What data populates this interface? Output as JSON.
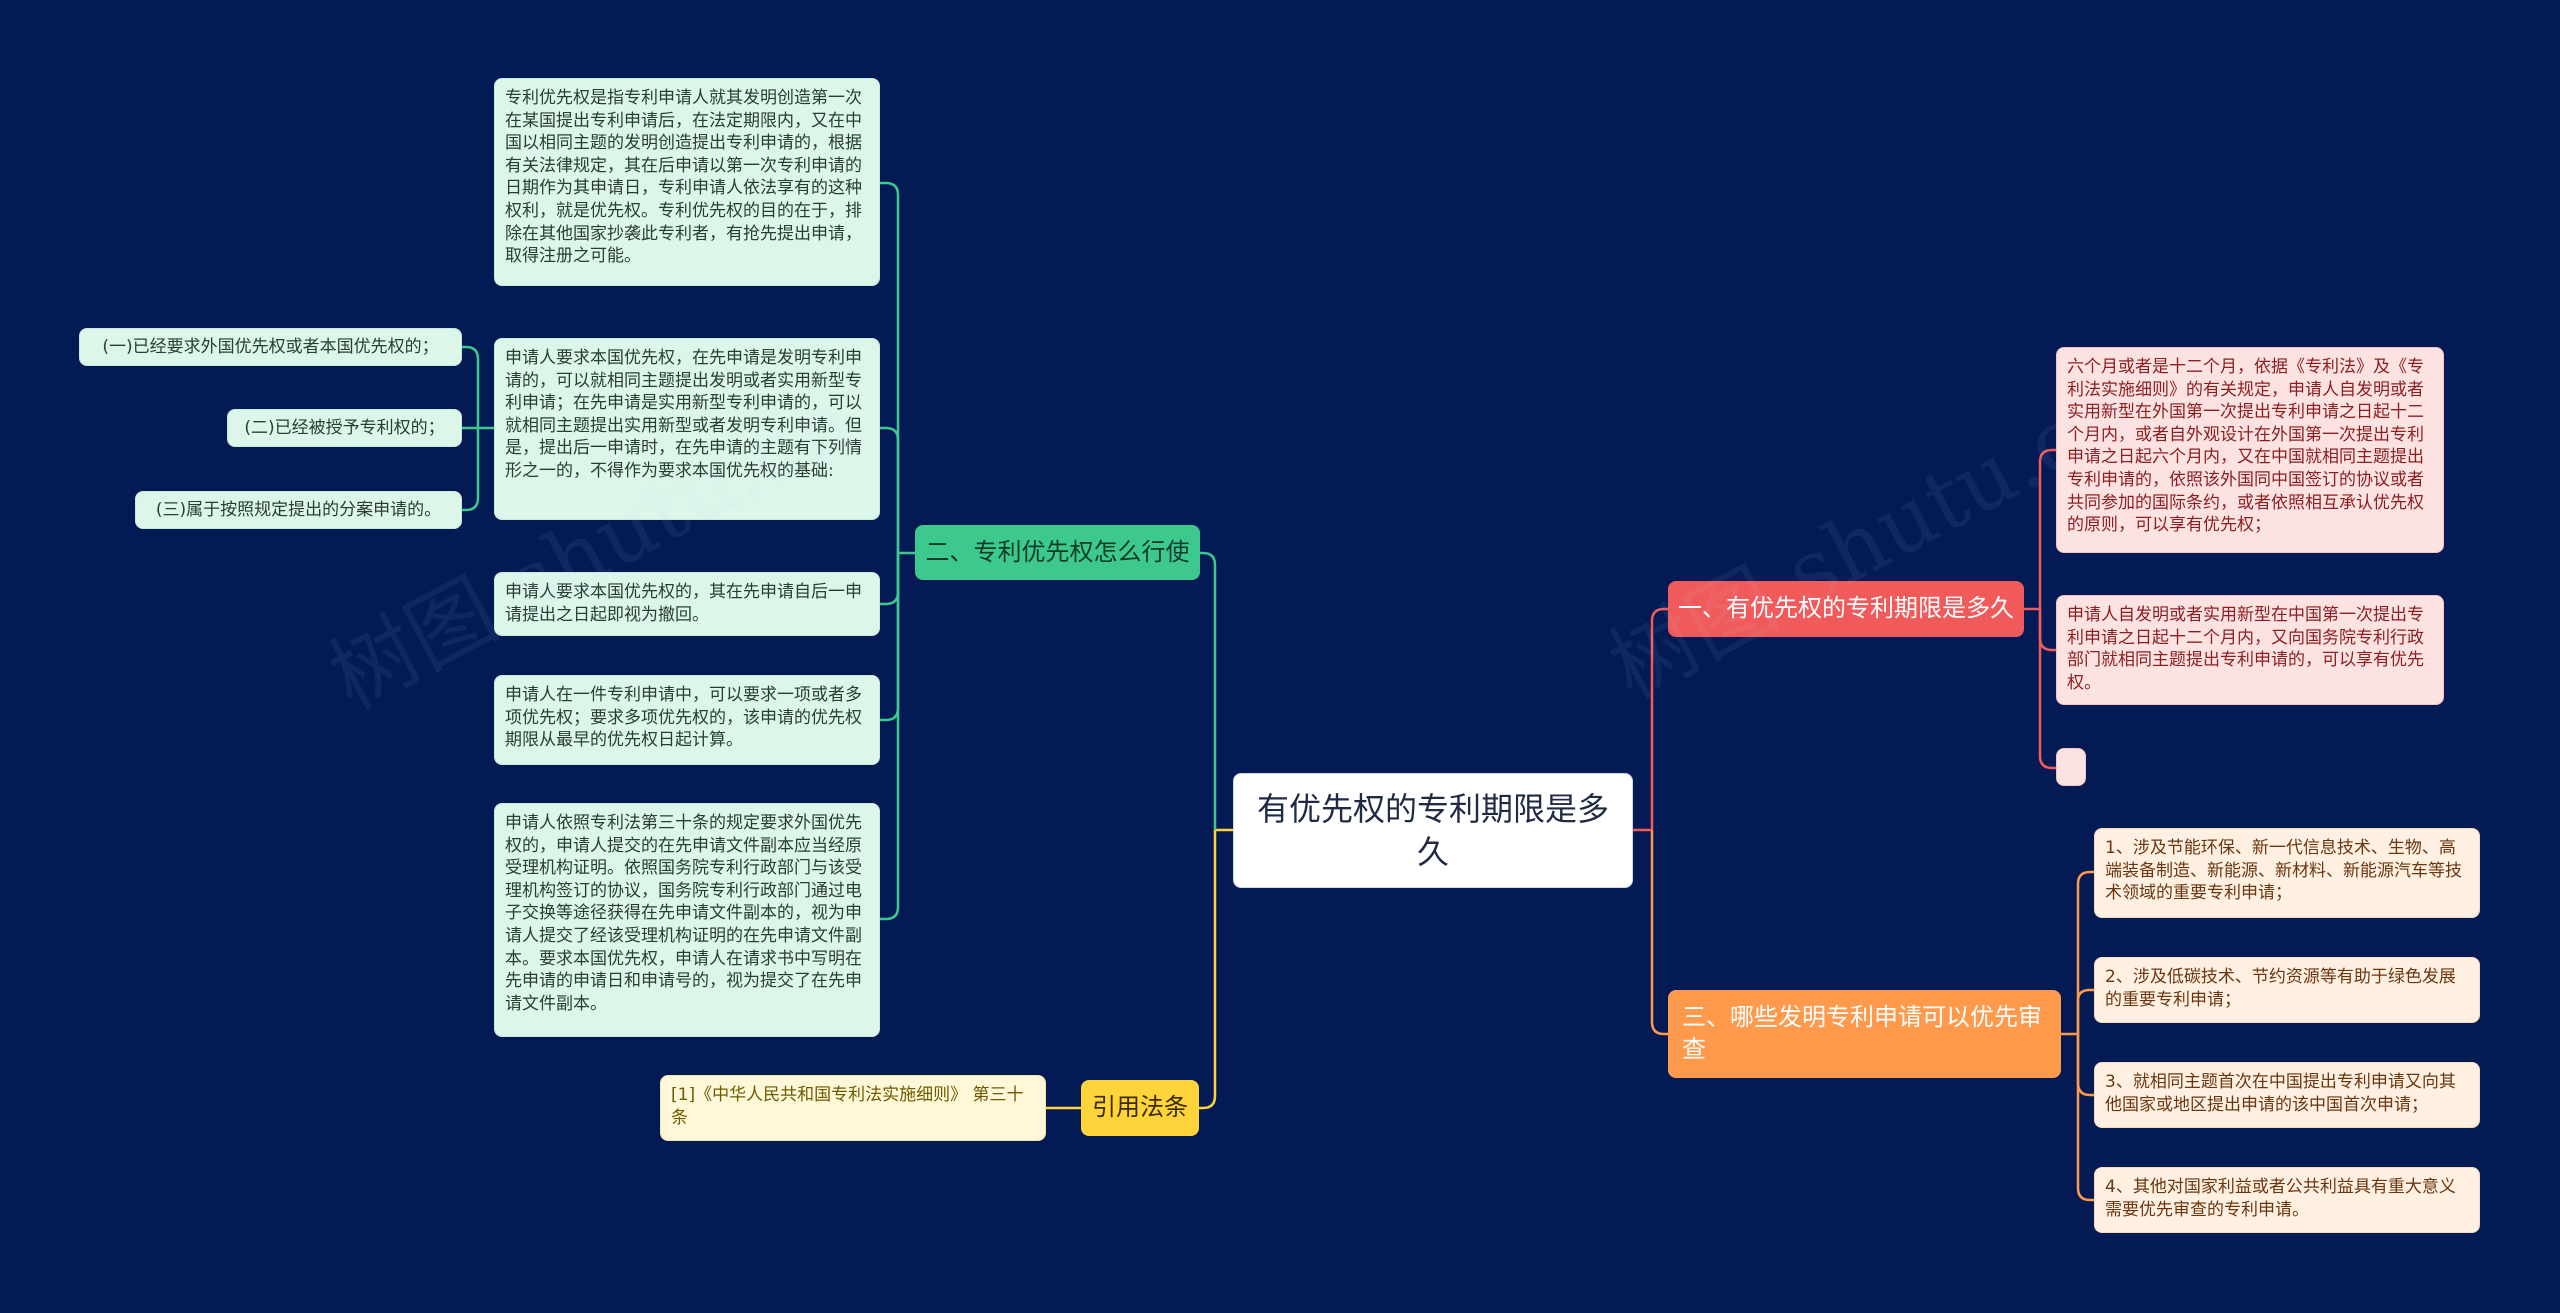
{
  "colors": {
    "background": "#041a55",
    "green_branch": "#3dc98e",
    "yellow_branch": "#ffd43b",
    "red_branch": "#f05a5a",
    "orange_branch": "#ff9a4d"
  },
  "root": {
    "text": "有优先权的专利期限是多久"
  },
  "branches": {
    "green": {
      "label": "二、专利优先权怎么行使",
      "items": [
        "专利优先权是指专利申请人就其发明创造第一次在某国提出专利申请后，在法定期限内，又在中国以相同主题的发明创造提出专利申请的，根据有关法律规定，其在后申请以第一次专利申请的日期作为其申请日，专利申请人依法享有的这种权利，就是优先权。专利优先权的目的在于，排除在其他国家抄袭此专利者，有抢先提出申请，取得注册之可能。",
        "申请人要求本国优先权，在先申请是发明专利申请的，可以就相同主题提出发明或者实用新型专利申请；在先申请是实用新型专利申请的，可以就相同主题提出实用新型或者发明专利申请。但是，提出后一申请时，在先申请的主题有下列情形之一的，不得作为要求本国优先权的基础:",
        "申请人要求本国优先权的，其在先申请自后一申请提出之日起即视为撤回。",
        "申请人在一件专利申请中，可以要求一项或者多项优先权；要求多项优先权的，该申请的优先权期限从最早的优先权日起计算。",
        "申请人依照专利法第三十条的规定要求外国优先权的，申请人提交的在先申请文件副本应当经原受理机构证明。依照国务院专利行政部门与该受理机构签订的协议，国务院专利行政部门通过电子交换等途径获得在先申请文件副本的，视为申请人提交了经该受理机构证明的在先申请文件副本。要求本国优先权，申请人在请求书中写明在先申请的申请日和申请号的，视为提交了在先申请文件副本。"
      ],
      "sub_items": [
        "(一)已经要求外国优先权或者本国优先权的；",
        "(二)已经被授予专利权的；",
        "(三)属于按照规定提出的分案申请的。"
      ]
    },
    "yellow": {
      "label": "引用法条",
      "items": [
        "[1]《中华人民共和国专利法实施细则》 第三十条"
      ]
    },
    "red": {
      "label": "一、有优先权的专利期限是多久",
      "items": [
        "六个月或者是十二个月，依据《专利法》及《专利法实施细则》的有关规定，申请人自发明或者实用新型在外国第一次提出专利申请之日起十二个月内，或者自外观设计在外国第一次提出专利申请之日起六个月内，又在中国就相同主题提出专利申请的，依照该外国同中国签订的协议或者共同参加的国际条约，或者依照相互承认优先权的原则，可以享有优先权；",
        "申请人自发明或者实用新型在中国第一次提出专利申请之日起十二个月内，又向国务院专利行政部门就相同主题提出专利申请的，可以享有优先权。",
        ""
      ]
    },
    "orange": {
      "label": "三、哪些发明专利申请可以优先审查",
      "items": [
        "1、涉及节能环保、新一代信息技术、生物、高端装备制造、新能源、新材料、新能源汽车等技术领域的重要专利申请；",
        "2、涉及低碳技术、节约资源等有助于绿色发展的重要专利申请；",
        "3、就相同主题首次在中国提出专利申请又向其他国家或地区提出申请的该中国首次申请；",
        "4、其他对国家利益或者公共利益具有重大意义需要优先审查的专利申请。"
      ]
    }
  },
  "watermark": "树图 shutu.cn"
}
